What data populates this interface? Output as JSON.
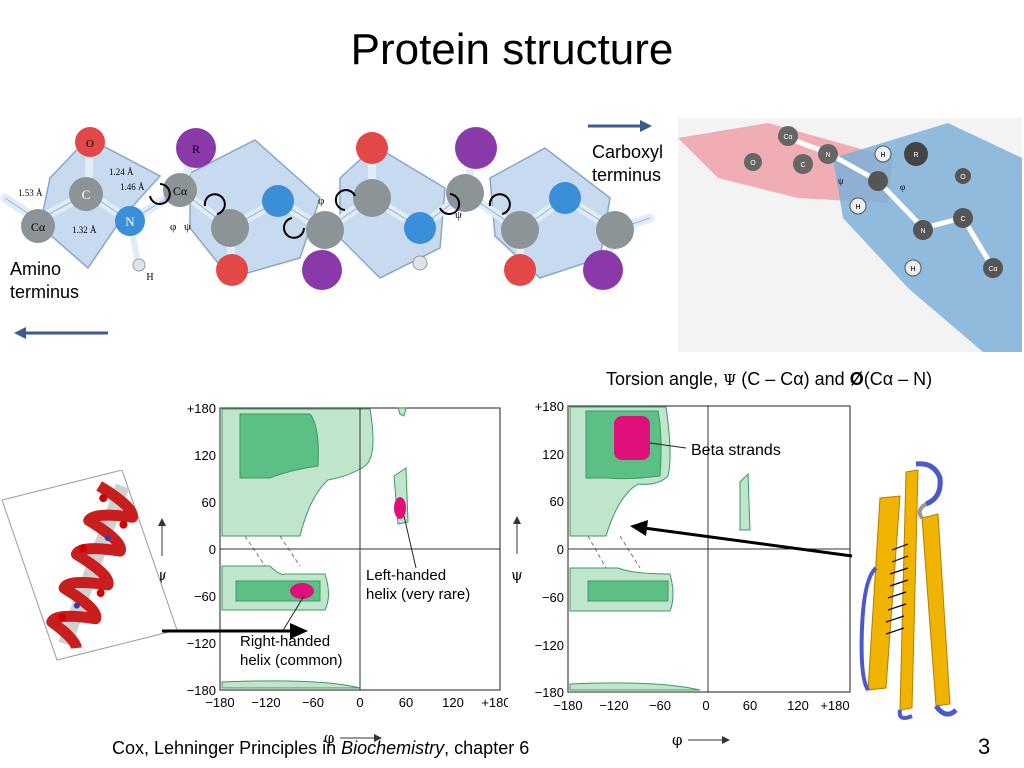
{
  "slide": {
    "title": "Protein structure",
    "amino_terminus": "Amino terminus",
    "carboxyl_terminus": "Carboxyl terminus",
    "torsion": {
      "prefix": "Torsion angle, ",
      "psi": "Ψ",
      "middle": " (C – Cα) and ",
      "phi": "Ø",
      "suffix": "(Cα – N)"
    },
    "citation": {
      "prefix": "Cox, Lehninger Principles in ",
      "book": "Biochemistry",
      "suffix": ", chapter 6"
    },
    "page_number": "3"
  },
  "peptide_diagram": {
    "atoms": [
      "O",
      "C",
      "N",
      "Cα",
      "R",
      "H"
    ],
    "bond_lengths": [
      "1.53 Å",
      "1.24 Å",
      "1.46 Å",
      "1.32 Å"
    ],
    "angle_labels": [
      "φ",
      "ψ"
    ]
  },
  "torsion_3d": {
    "atoms": [
      "Cα",
      "O",
      "C",
      "N",
      "H",
      "R",
      "H",
      "H",
      "N",
      "C",
      "O",
      "Cα"
    ],
    "angle_labels": [
      "ψ",
      "φ"
    ]
  },
  "ramachandran_left": {
    "y_ticks": [
      "+180",
      "120",
      "60",
      "0",
      "−60",
      "−120",
      "−180"
    ],
    "x_ticks": [
      "−180",
      "−120",
      "−60",
      "0",
      "60",
      "120",
      "+180"
    ],
    "ylabel": "ψ",
    "xlabel": "φ",
    "annotation_left_helix": "Left-handed helix (very rare)",
    "annotation_right_helix": "Right-handed helix (common)"
  },
  "ramachandran_right": {
    "y_ticks": [
      "+180",
      "120",
      "60",
      "0",
      "−60",
      "−120",
      "−180"
    ],
    "x_ticks": [
      "−180",
      "−120",
      "−60",
      "0",
      "60",
      "120",
      "+180"
    ],
    "ylabel": "ψ",
    "xlabel": "φ",
    "annotation_beta": "Beta strands"
  },
  "colors": {
    "region_light": "#bfe6cc",
    "region_dark": "#5cbf85",
    "region_outline": "#3c9a5e",
    "highlight": "#e0107a",
    "arrow_blue": "#3c5a8a",
    "beta_yellow": "#f0b400",
    "helix_red": "#c81e1e"
  }
}
